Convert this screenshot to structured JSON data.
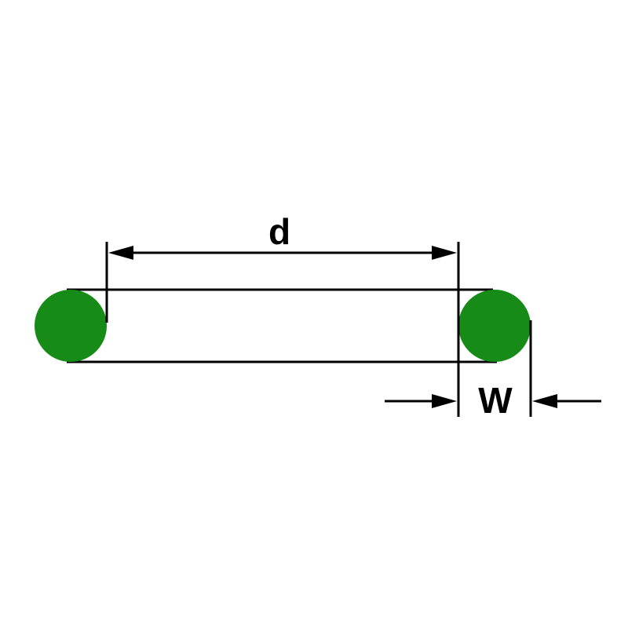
{
  "diagram": {
    "type": "o-ring-cross-section-dimensions",
    "labels": {
      "inner_diameter": "d",
      "cross_section_width": "W"
    },
    "colors": {
      "ring_fill": "#178b17",
      "line": "#000000",
      "background": "#ffffff"
    }
  }
}
